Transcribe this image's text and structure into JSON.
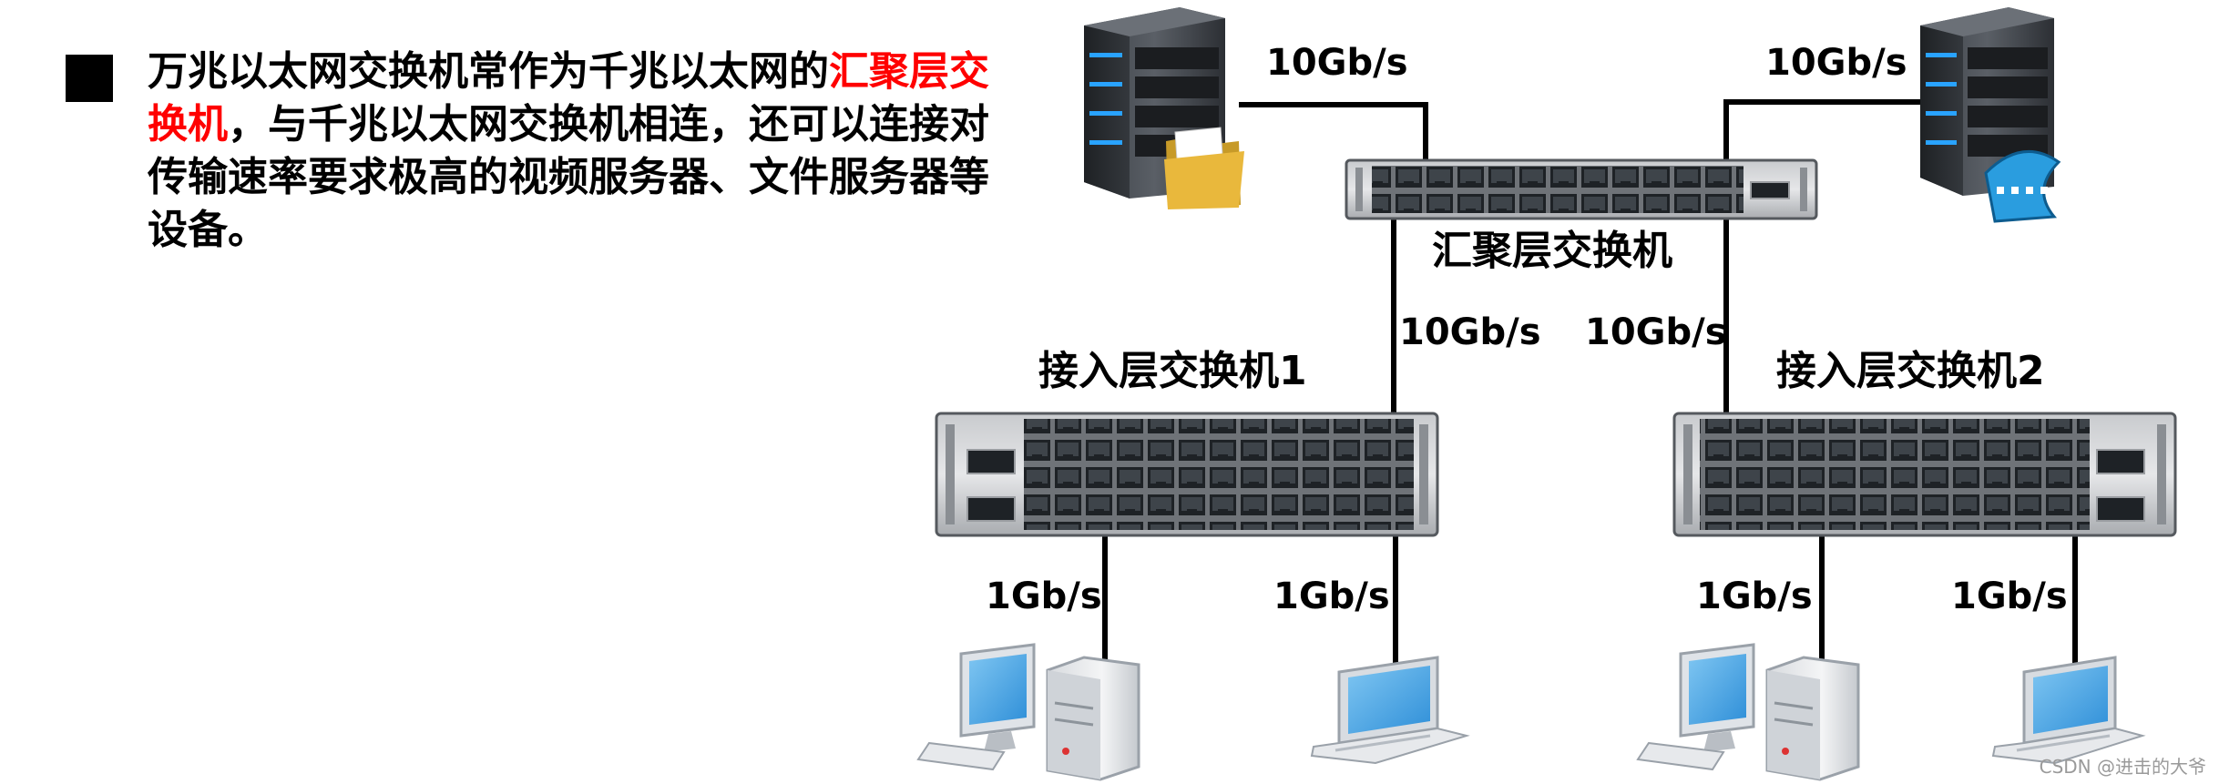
{
  "paragraph": {
    "part1": "万兆以太网交换机常作为千兆以太网的",
    "highlight": "汇聚层交换机",
    "part2": "，与千兆以太网交换机相连，还可以连接对传输速率要求极高的视频服务器、文件服务器等设备。"
  },
  "colors": {
    "highlight": "#ff0000",
    "text": "#000000",
    "link": "#000000"
  },
  "diagram": {
    "aggregation_switch": "汇聚层交换机",
    "access_switch_1": "接入层交换机1",
    "access_switch_2": "接入层交换机2",
    "link_file_server": "10Gb/s",
    "link_video_server": "10Gb/s",
    "link_agg_access1": "10Gb/s",
    "link_agg_access2": "10Gb/s",
    "link_a1_desktop": "1Gb/s",
    "link_a1_laptop": "1Gb/s",
    "link_a2_desktop": "1Gb/s",
    "link_a2_laptop": "1Gb/s",
    "icons": {
      "file_server": "file-server-icon",
      "video_server": "video-server-icon",
      "desktop": "desktop-computer-icon",
      "laptop": "laptop-icon"
    }
  },
  "watermark": "CSDN @进击的大爷"
}
